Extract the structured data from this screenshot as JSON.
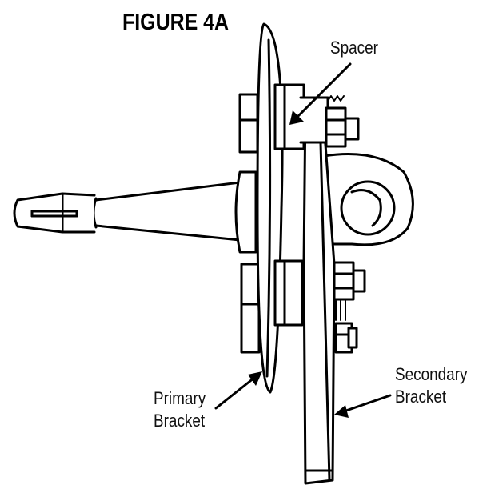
{
  "figure": {
    "title": "FIGURE 4A"
  },
  "labels": {
    "spacer": "Spacer",
    "primary_bracket": [
      "Primary",
      "Bracket"
    ],
    "secondary_bracket": [
      "Secondary",
      "Bracket"
    ]
  },
  "colors": {
    "line": "#000000",
    "background": "#ffffff"
  }
}
